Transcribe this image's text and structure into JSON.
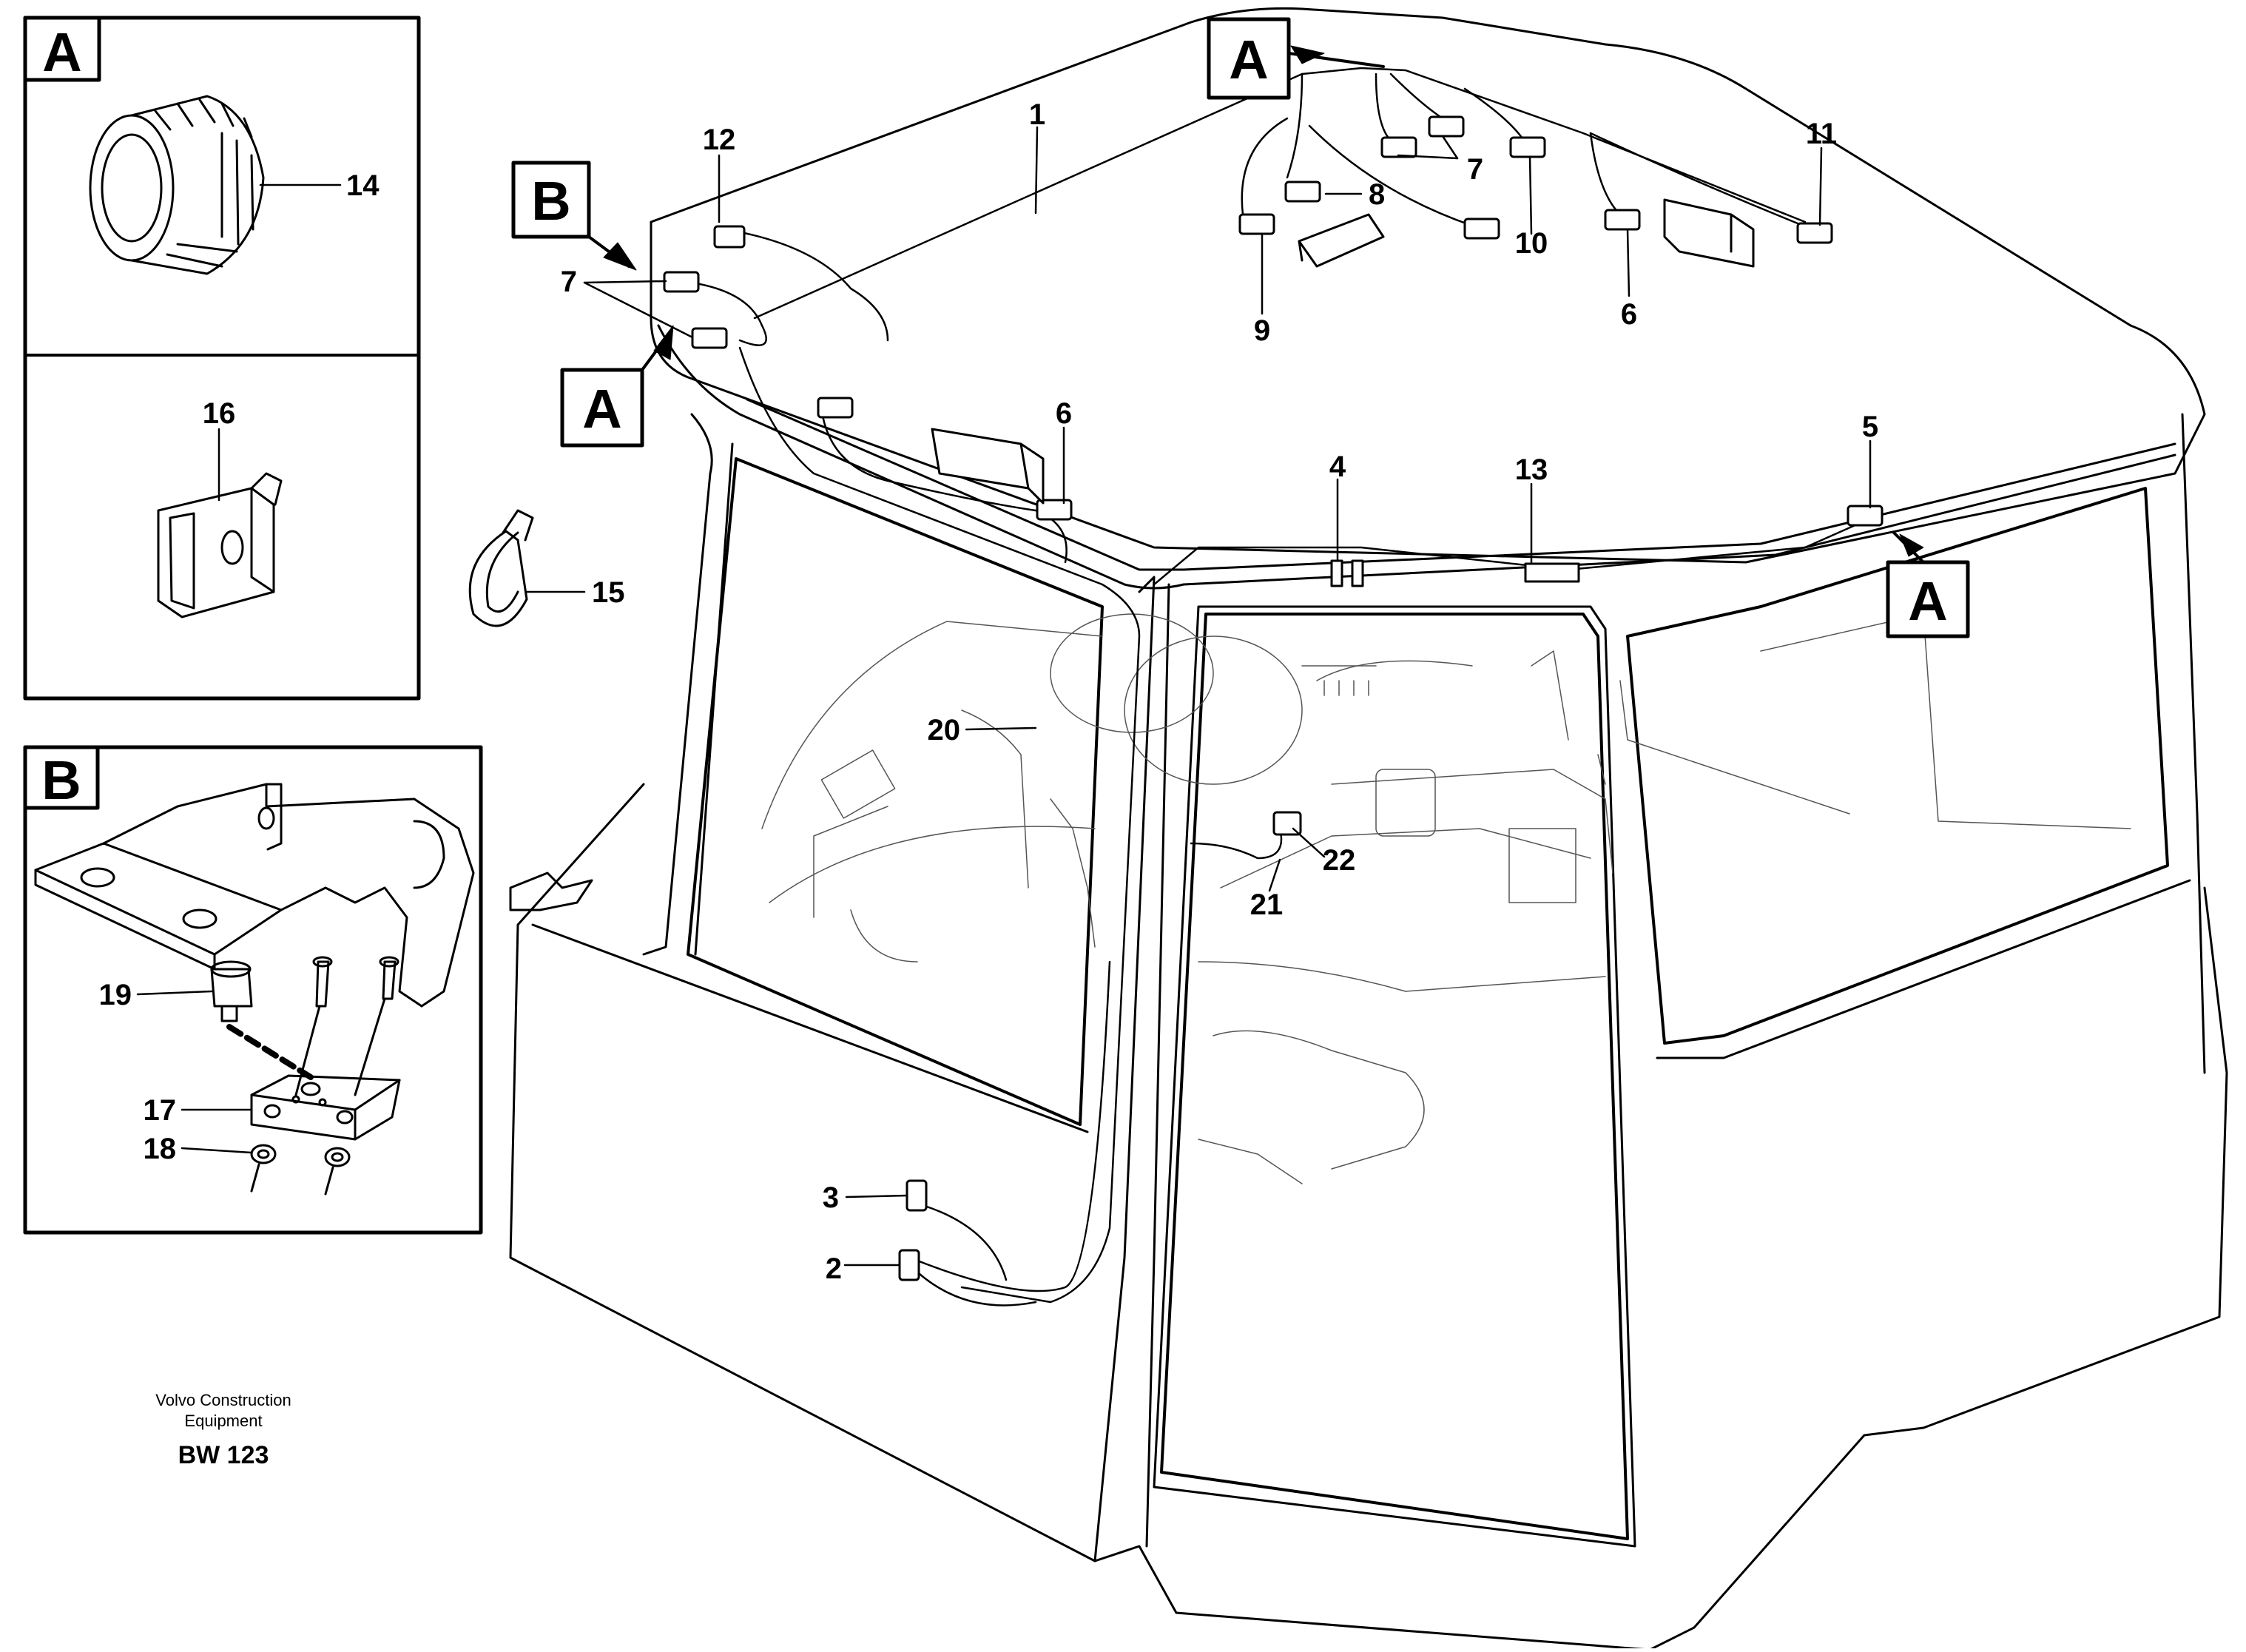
{
  "detail_boxes": {
    "a_label": "A",
    "b_label": "B"
  },
  "section_markers": {
    "a_top": "A",
    "b_left": "B",
    "a_left": "A",
    "a_right": "A"
  },
  "callouts": {
    "c1": "1",
    "c2": "2",
    "c3": "3",
    "c4": "4",
    "c5": "5",
    "c6_left": "6",
    "c6_right": "6",
    "c7_left": "7",
    "c7_top": "7",
    "c8": "8",
    "c9": "9",
    "c10": "10",
    "c11": "11",
    "c12": "12",
    "c13": "13",
    "c14": "14",
    "c15": "15",
    "c16": "16",
    "c17": "17",
    "c18": "18",
    "c19": "19",
    "c20": "20",
    "c21": "21",
    "c22": "22"
  },
  "footer": {
    "brand_line1": "Volvo Construction",
    "brand_line2": "Equipment",
    "drawing_code": "BW 123"
  }
}
